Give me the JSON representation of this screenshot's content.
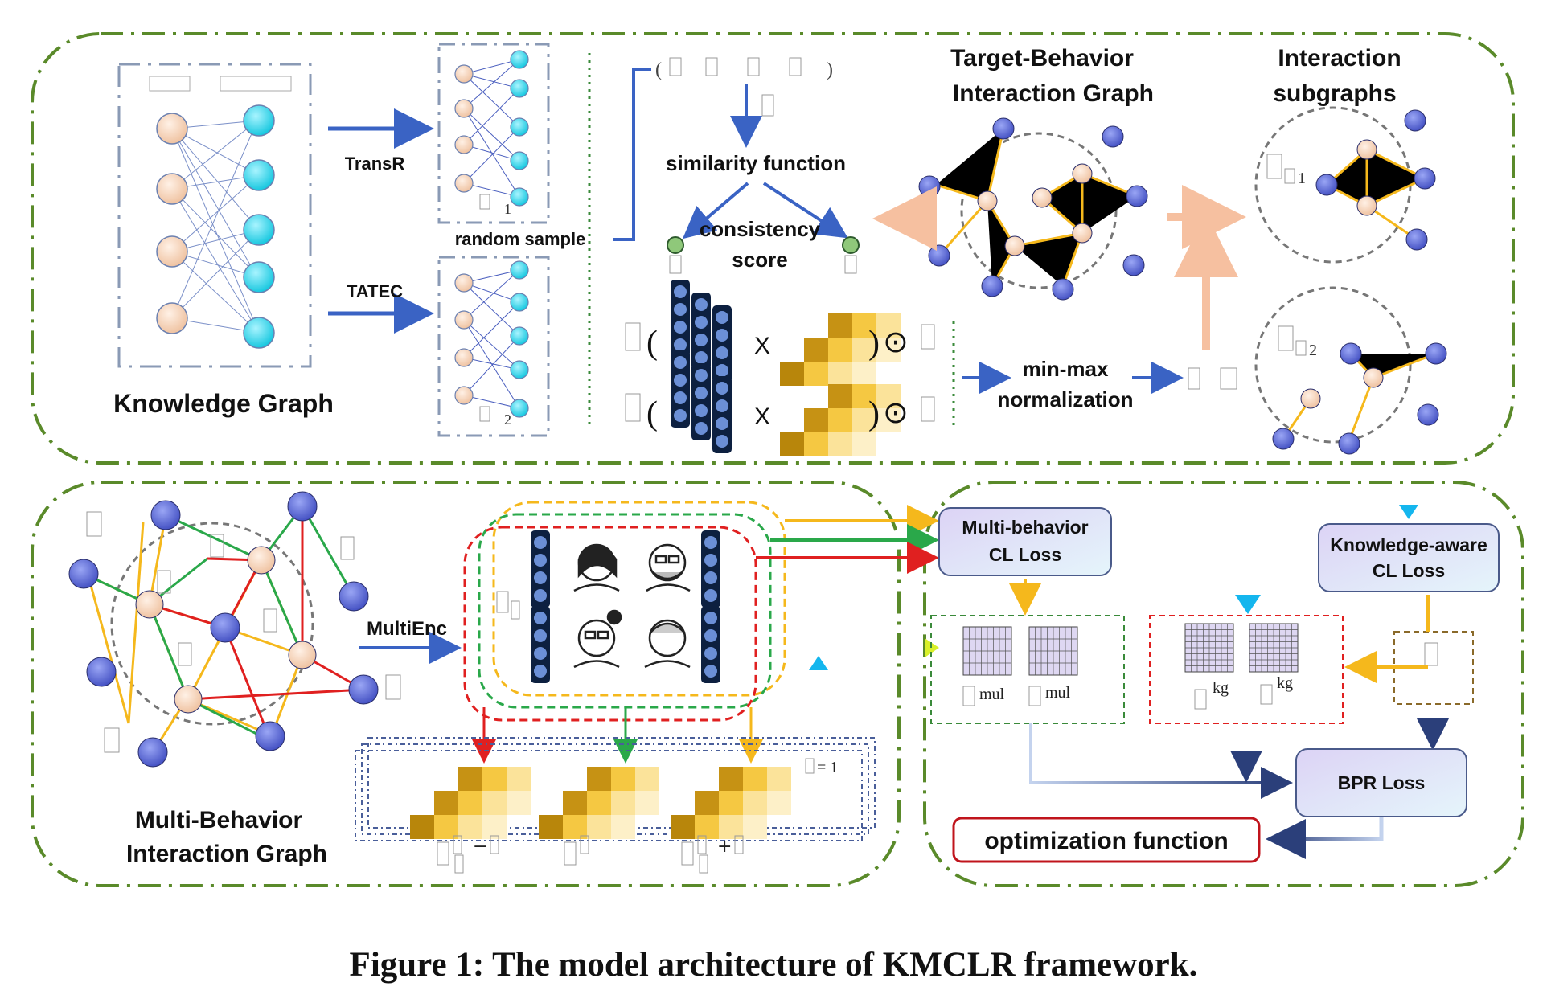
{
  "caption": "Figure 1: The model architecture of KMCLR framework.",
  "labels": {
    "knowledge_graph": "Knowledge Graph",
    "transr": "TransR",
    "tatec": "TATEC",
    "random_sample": "random sample",
    "similarity_function": "similarity function",
    "consistency": "consistency",
    "score": "score",
    "min_max": "min-max",
    "normalization": "normalization",
    "target_behavior_1": "Target-Behavior",
    "target_behavior_2": "Interaction Graph",
    "interaction_1": "Interaction",
    "interaction_2": "subgraphs",
    "multi_behavior_1": "Multi-Behavior",
    "multi_behavior_2": "Interaction Graph",
    "multienc": "MultiEnc",
    "mb_cl_1": "Multi-behavior",
    "mb_cl_2": "CL Loss",
    "ka_cl_1": "Knowledge-aware",
    "ka_cl_2": "CL Loss",
    "bpr": "BPR Loss",
    "optimization": "optimization function",
    "kg_sub_1": "1",
    "kg_sub_2": "2",
    "sub_1": "1",
    "sub_2": "2",
    "mul": "mul",
    "kg": "kg",
    "eq_one": "= 1",
    "times": "X",
    "odot": "⊙"
  },
  "colors": {
    "section_border": "#5a8a2a",
    "node_user": "#f7d2b8",
    "node_item": "#27d4e8",
    "node_blue": "#5a68d8",
    "edge_kg": "#4b5fbf",
    "edge_orange": "#f5b81c",
    "edge_green": "#2aa84a",
    "edge_red": "#e02020",
    "arrow_blue": "#3a63c4",
    "arrow_peach": "#f6c0a0",
    "loss_box_fill": "#e4e2f7",
    "heat_dark": "#b8860b",
    "heat_mid": "#f5c842",
    "heat_light": "#fbe39a",
    "opt_border": "#c0141c"
  }
}
